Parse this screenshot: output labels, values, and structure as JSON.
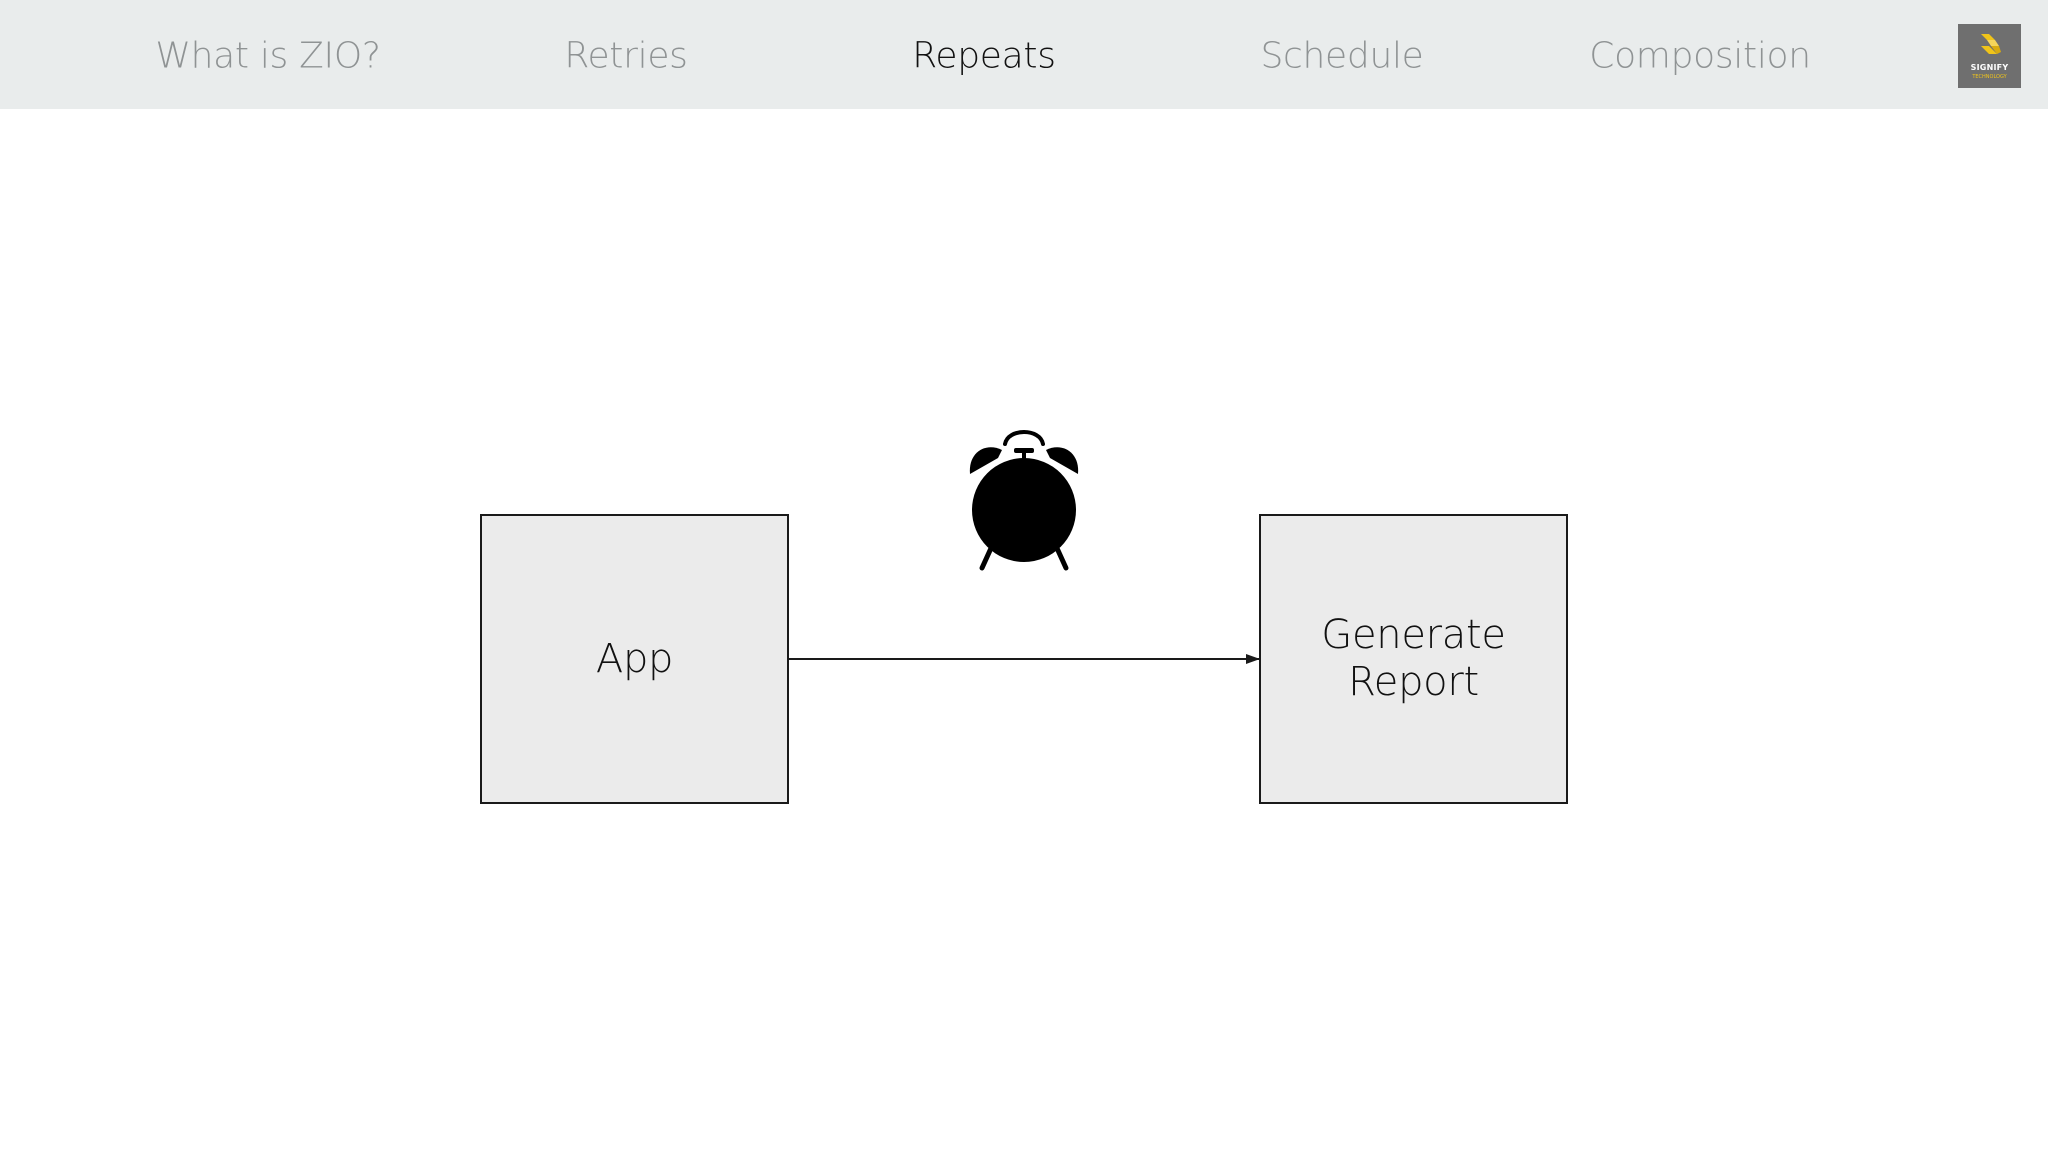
{
  "nav": {
    "tabs": [
      {
        "label": "What is ZIO?",
        "active": false
      },
      {
        "label": "Retries",
        "active": false
      },
      {
        "label": "Repeats",
        "active": true
      },
      {
        "label": "Schedule",
        "active": false
      },
      {
        "label": "Composition",
        "active": false
      }
    ],
    "logo": {
      "text": "SIGNIFY",
      "subtext": "TECHNOLOGY",
      "background_color": "#6f6f6f",
      "mark_color": "#f0c419"
    }
  },
  "diagram": {
    "nodes": [
      {
        "id": "app",
        "label": "App"
      },
      {
        "id": "report",
        "label_lines": [
          "Generate",
          "Report"
        ]
      }
    ],
    "edge": {
      "from": "app",
      "to": "report"
    },
    "edge_icon": "alarm-clock-icon"
  },
  "colors": {
    "topbar_background": "#e9ecec",
    "tab_inactive": "#8f9394",
    "tab_active": "#111111",
    "node_fill": "#ebebeb",
    "node_border": "#1a1a1a"
  }
}
